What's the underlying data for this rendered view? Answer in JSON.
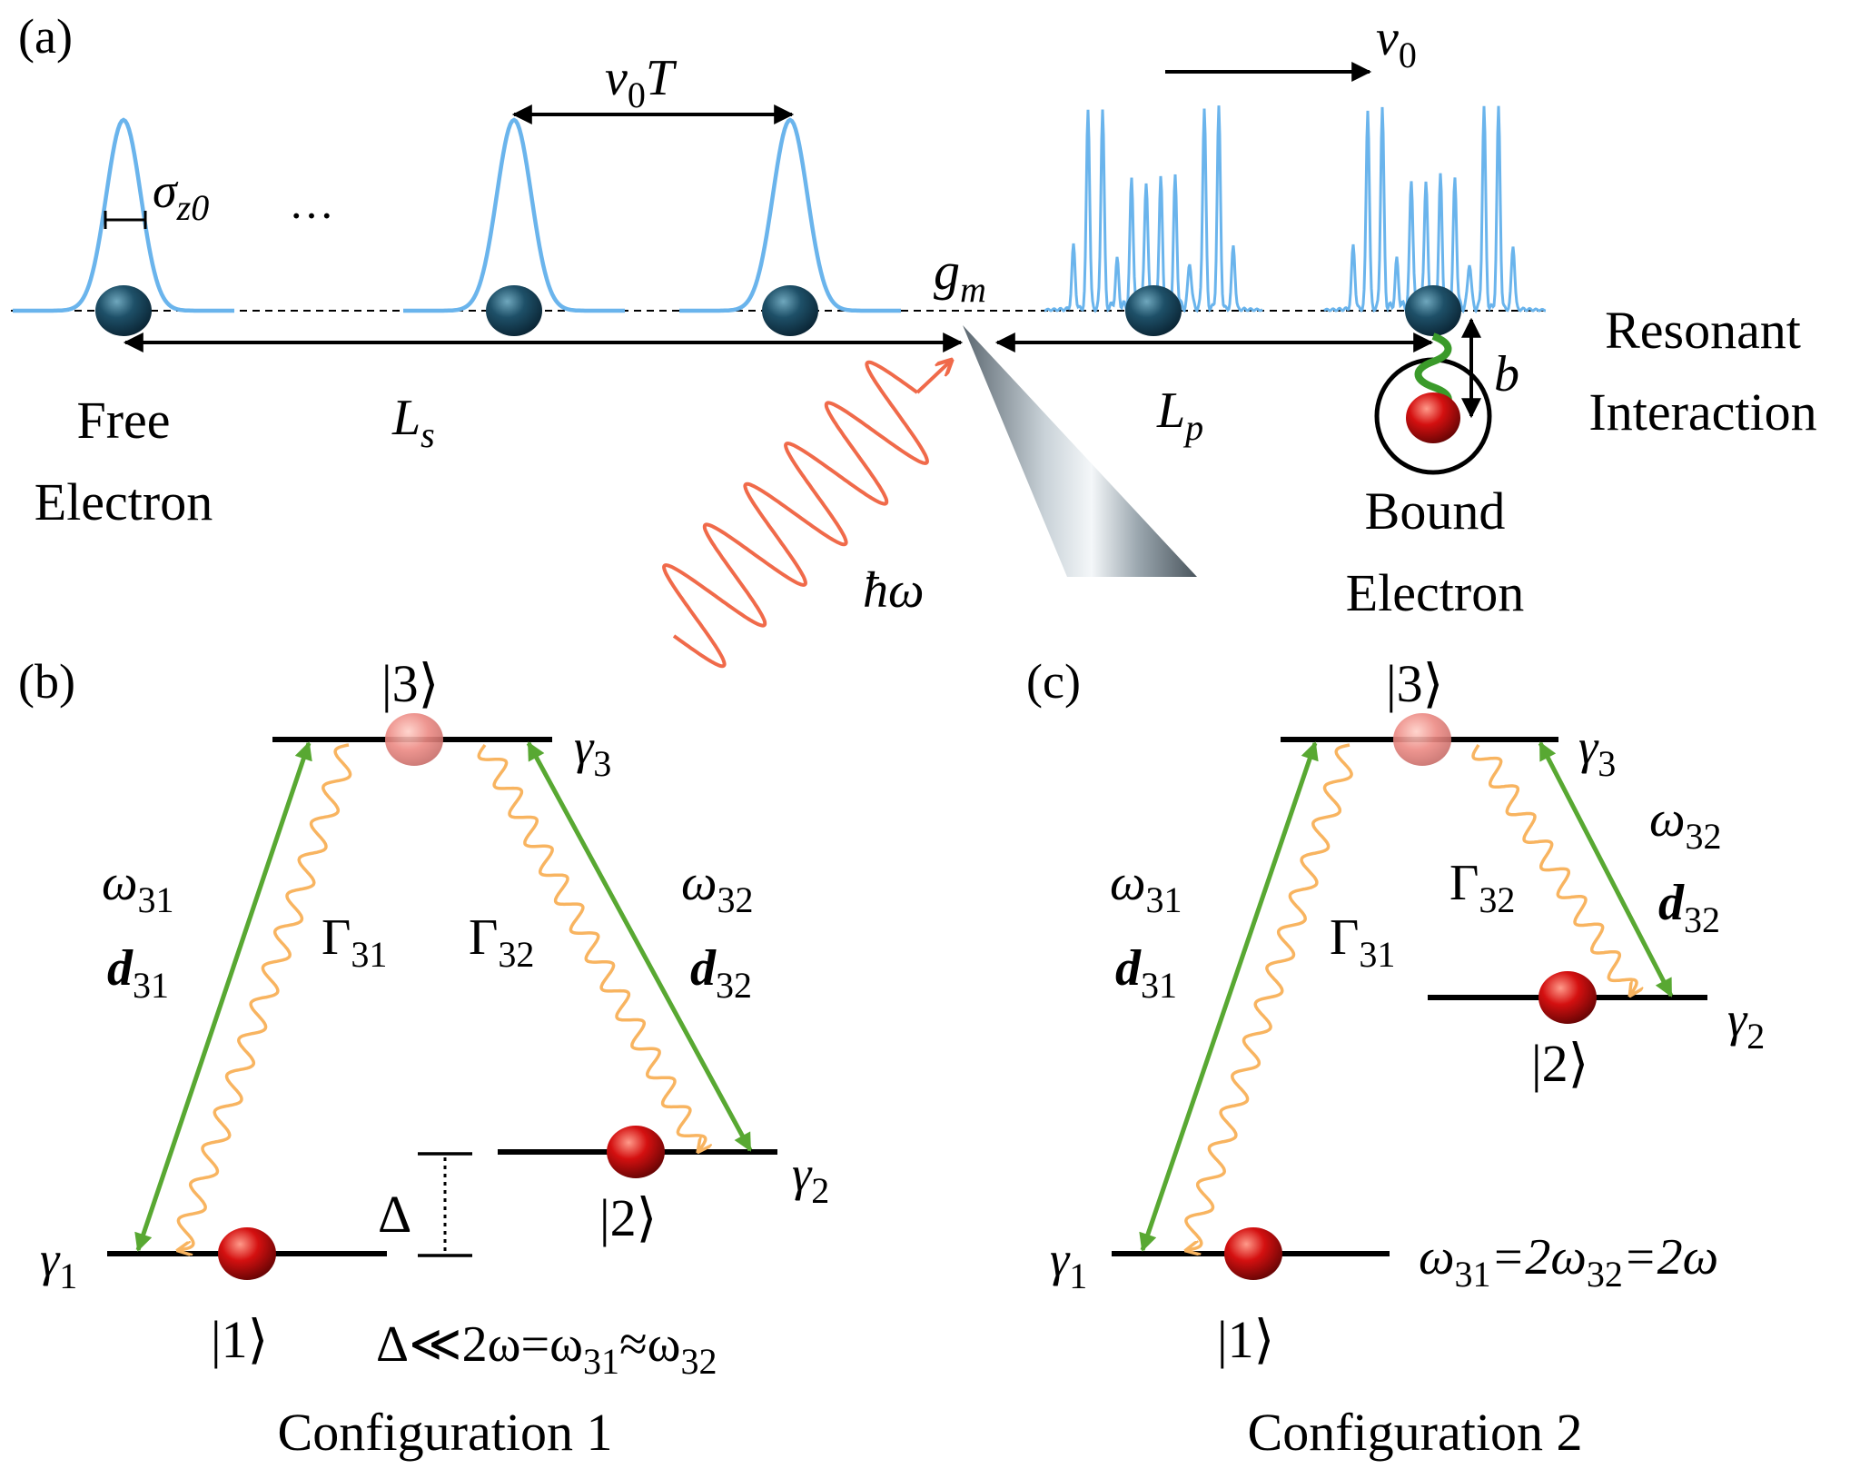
{
  "panel_a": {
    "tag": "(a)",
    "free_electron": [
      "Free",
      "Electron"
    ],
    "bound_electron": [
      "Bound",
      "Electron"
    ],
    "resonant_interaction": [
      "Resonant",
      "Interaction"
    ],
    "sigma": {
      "base": "σ",
      "sub": "z0"
    },
    "ellipsis": "…",
    "period": {
      "base": "v",
      "sub": "0",
      "tail": "T"
    },
    "velocity": {
      "base": "v",
      "sub": "0"
    },
    "coupling": {
      "base": "g",
      "sub": "m"
    },
    "source_length": {
      "base": "L",
      "sub": "s"
    },
    "propagation_length": {
      "base": "L",
      "sub": "p"
    },
    "impact_parameter": "b",
    "photon": "ħω"
  },
  "panel_b": {
    "tag": "(b)",
    "state3": "|3⟩",
    "state2": "|2⟩",
    "state1": "|1⟩",
    "gamma3": {
      "base": "γ",
      "sub": "3"
    },
    "gamma2": {
      "base": "γ",
      "sub": "2"
    },
    "gamma1": {
      "base": "γ",
      "sub": "1"
    },
    "omega31": {
      "base": "ω",
      "sub": "31"
    },
    "d31": {
      "base": "d",
      "sub": "31"
    },
    "Gamma31": {
      "base": "Γ",
      "sub": "31"
    },
    "Gamma32": {
      "base": "Γ",
      "sub": "32"
    },
    "omega32": {
      "base": "ω",
      "sub": "32"
    },
    "d32": {
      "base": "d",
      "sub": "32"
    },
    "delta": "Δ",
    "condition": {
      "a": "Δ≪2ω=ω",
      "s1": "31",
      "b": "≈ω",
      "s2": "32"
    },
    "caption": "Configuration 1"
  },
  "panel_c": {
    "tag": "(c)",
    "state3": "|3⟩",
    "state2": "|2⟩",
    "state1": "|1⟩",
    "gamma3": {
      "base": "γ",
      "sub": "3"
    },
    "gamma2": {
      "base": "γ",
      "sub": "2"
    },
    "gamma1": {
      "base": "γ",
      "sub": "1"
    },
    "omega31": {
      "base": "ω",
      "sub": "31"
    },
    "d31": {
      "base": "d",
      "sub": "31"
    },
    "Gamma31": {
      "base": "Γ",
      "sub": "31"
    },
    "Gamma32": {
      "base": "Γ",
      "sub": "32"
    },
    "omega32": {
      "base": "ω",
      "sub": "32"
    },
    "d32": {
      "base": "d",
      "sub": "32"
    },
    "condition": {
      "a": "ω",
      "s1": "31",
      "b": "=2ω",
      "s2": "32",
      "c": "=2ω"
    },
    "caption": "Configuration 2"
  },
  "colors": {
    "wavepacket": "#6ab4ec",
    "free_electron": "#1e5068",
    "bound_electron": "#d41010",
    "photon": "#f06a4a",
    "transition": "#58a832",
    "decay": "#f8b460",
    "line": "#000000"
  }
}
